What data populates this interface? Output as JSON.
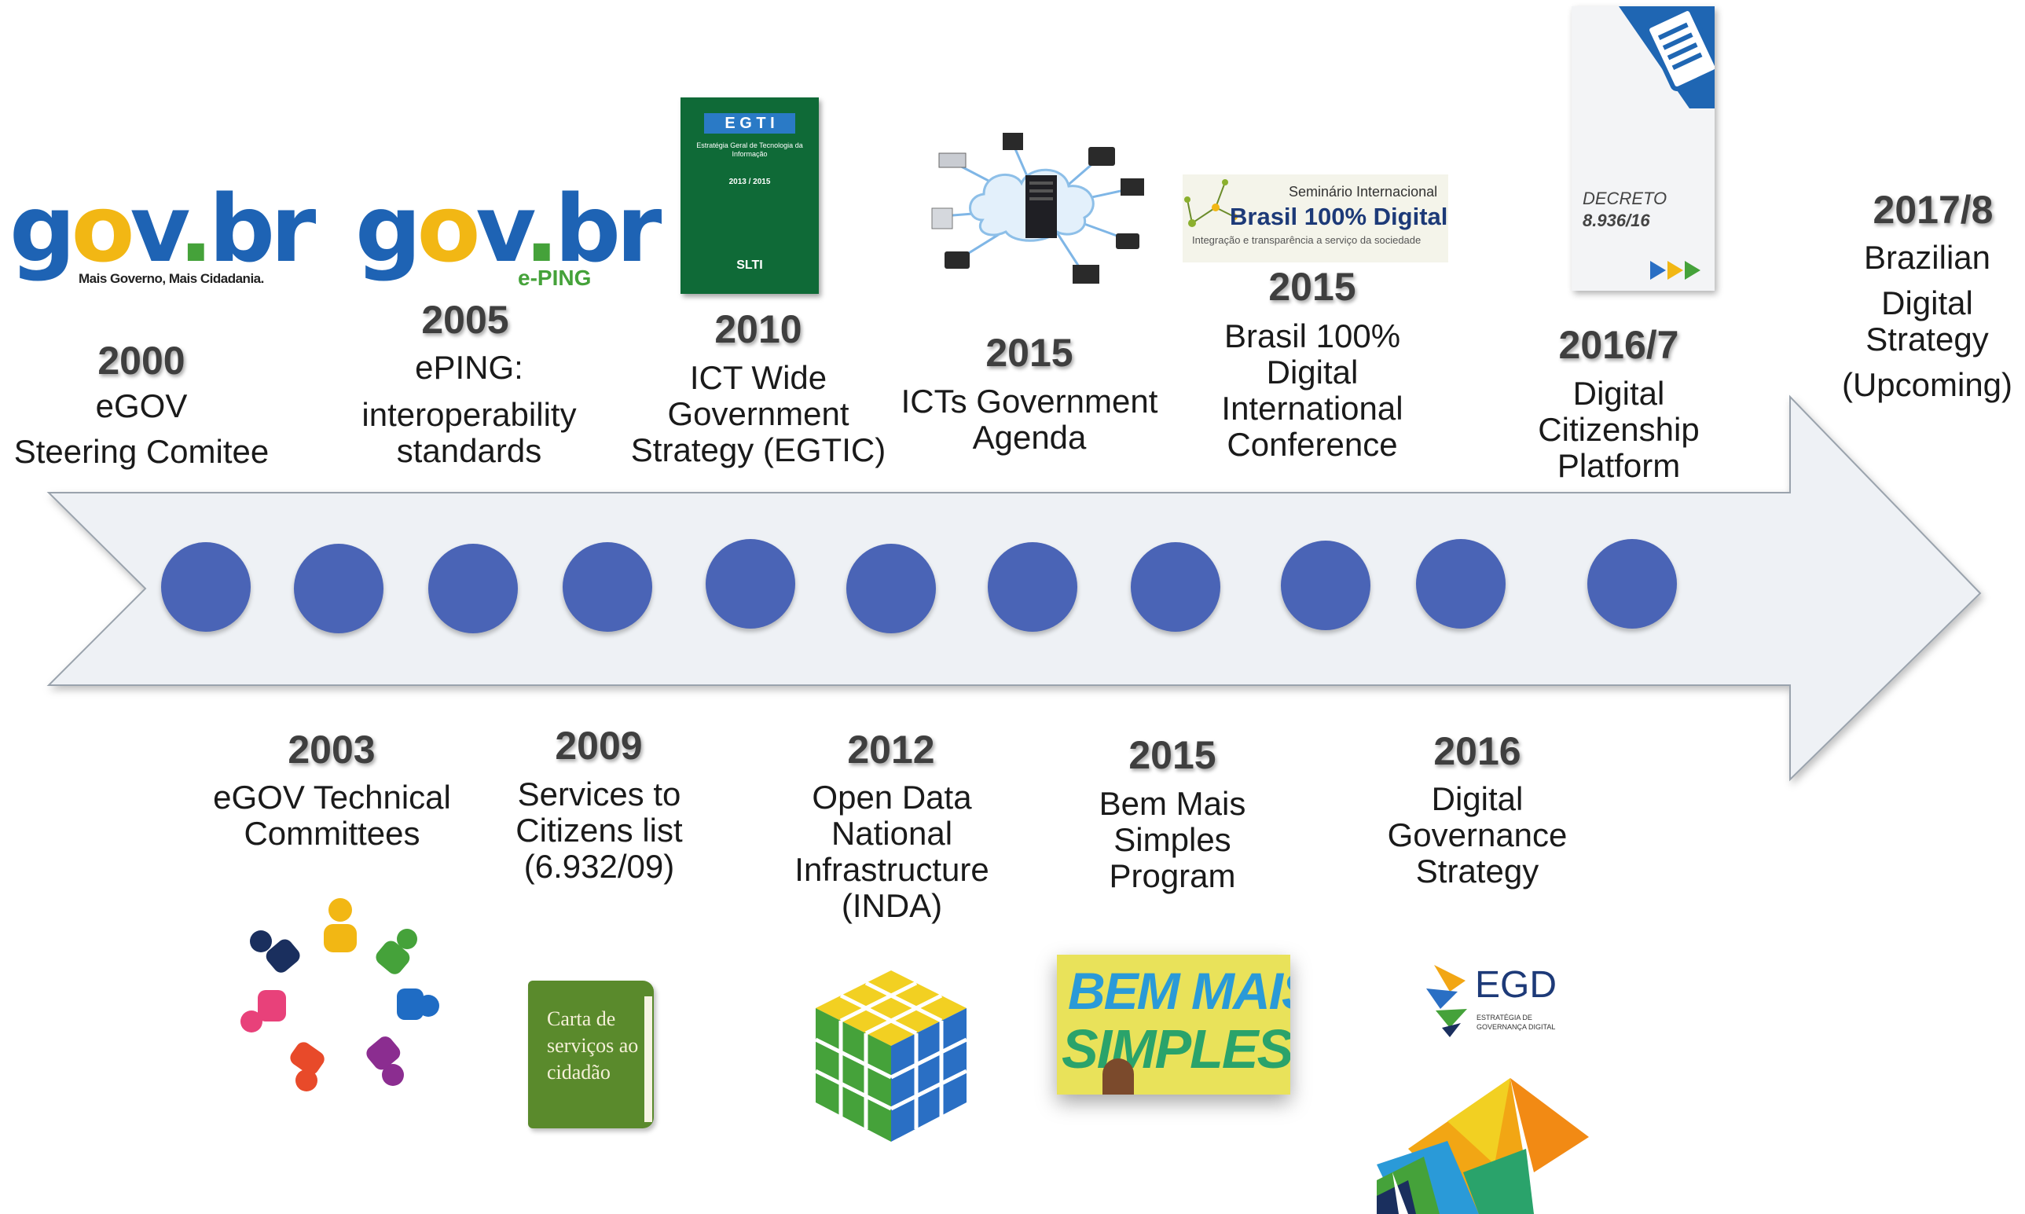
{
  "timeline": {
    "events_top": [
      {
        "year": "2000",
        "lines": [
          "eGOV",
          "Steering Comitee"
        ]
      },
      {
        "year": "2005",
        "lines": [
          "ePING:",
          "interoperability",
          "standards"
        ]
      },
      {
        "year": "2010",
        "lines": [
          "ICT Wide",
          "Government",
          "Strategy (EGTIC)"
        ]
      },
      {
        "year": "2015",
        "lines": [
          "ICTs Government",
          "Agenda"
        ]
      },
      {
        "year": "2015",
        "lines": [
          "Brasil 100%",
          "Digital",
          "International",
          "Conference"
        ]
      },
      {
        "year": "2016/7",
        "lines": [
          "Digital",
          "Citizenship",
          "Platform"
        ]
      },
      {
        "year": "2017/8",
        "lines": [
          "Brazilian",
          "Digital",
          "Strategy",
          "(Upcoming)"
        ]
      }
    ],
    "events_bottom": [
      {
        "year": "2003",
        "lines": [
          "eGOV Technical",
          "Committees"
        ]
      },
      {
        "year": "2009",
        "lines": [
          "Services to",
          "Citizens list",
          "(6.932/09)"
        ]
      },
      {
        "year": "2012",
        "lines": [
          "Open Data",
          "National",
          "Infrastructure",
          "(INDA)"
        ]
      },
      {
        "year": "2015",
        "lines": [
          "Bem Mais",
          "Simples",
          "Program"
        ]
      },
      {
        "year": "2016",
        "lines": [
          "Digital",
          "Governance",
          "Strategy"
        ]
      }
    ]
  },
  "logos": {
    "govbr_1": {
      "text": "gov.br",
      "tagline": "Mais Governo, Mais Cidadania."
    },
    "govbr_2": {
      "text": "gov.br",
      "tagline": "e-PING"
    },
    "egti_book": {
      "title": "E G T I",
      "subtitle": "Estratégia Geral de Tecnologia da Informação",
      "years": "2013 / 2015",
      "footer": "SLTI"
    },
    "brasil100": {
      "top": "Seminário Internacional",
      "main": "Brasil 100% Digital",
      "tagline": "Integração e transparência a serviço da sociedade"
    },
    "decreto": {
      "label": "DECRETO",
      "number": "8.936/16"
    },
    "carta": {
      "lines": [
        "Carta de",
        "serviços ao",
        "cidadão"
      ]
    },
    "bem_mais": {
      "line1": "BEM MAIS",
      "line2": "SIMPLES"
    },
    "egd": {
      "acronym": "EGD",
      "line1": "ESTRATÉGIA DE",
      "line2": "GOVERNANÇA DIGITAL"
    }
  },
  "colors": {
    "arrow": "#eef1f5",
    "dot": "#4a64b6",
    "year": "#3f3f3f",
    "gov_green": "#45a23a",
    "gov_blue": "#1e63b4"
  }
}
